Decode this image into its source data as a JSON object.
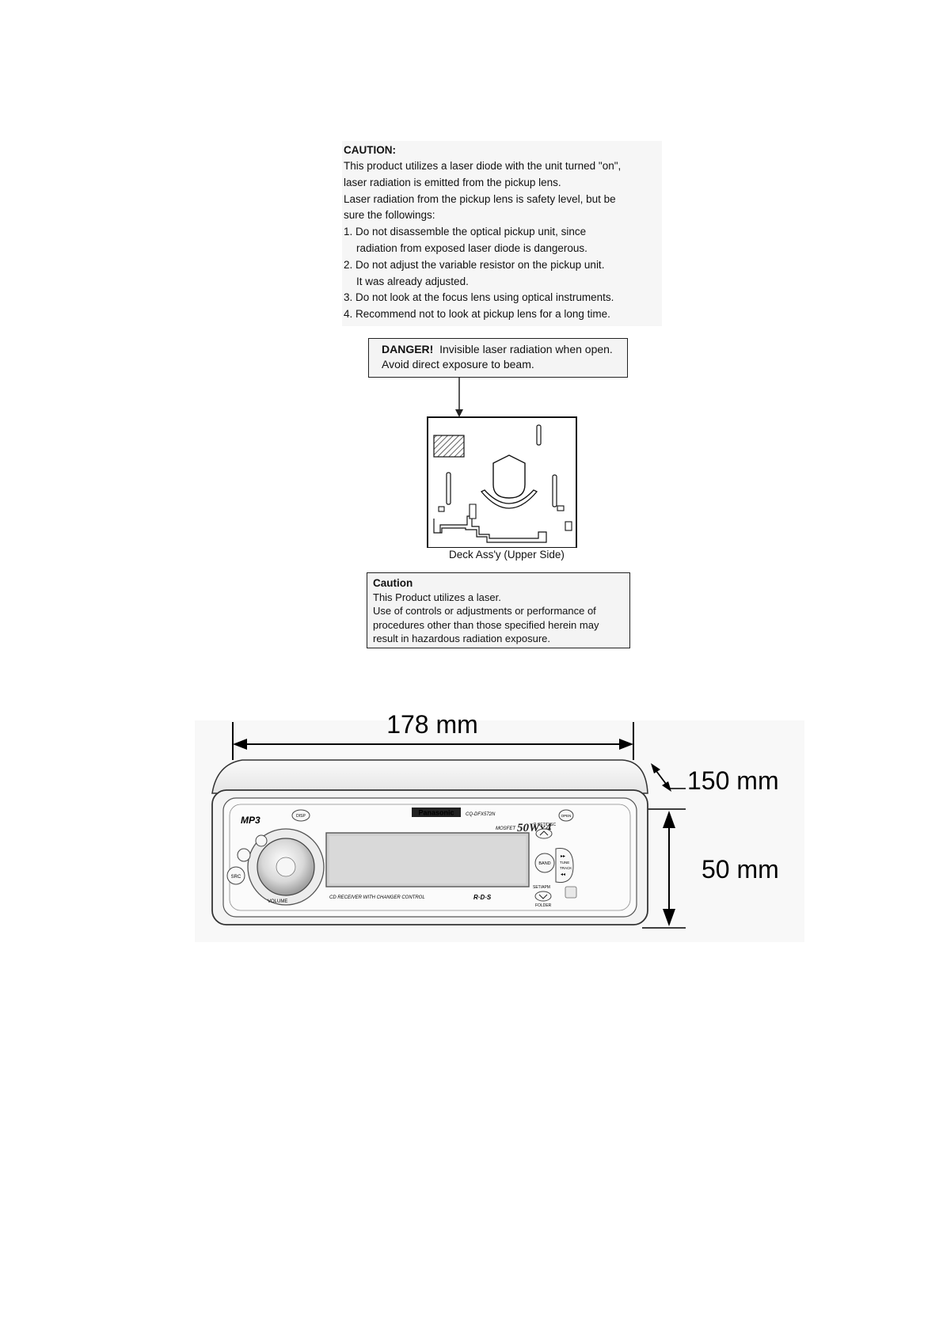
{
  "caution": {
    "heading": "CAUTION:",
    "lines": [
      "This product utilizes a laser diode with the unit turned \"on\",",
      "laser radiation is emitted from the pickup lens.",
      "Laser radiation from the pickup lens is safety level, but be",
      "sure the followings:",
      "1. Do not disassemble the optical pickup unit, since",
      "radiation from exposed laser diode is dangerous.",
      "2. Do not adjust the variable resistor on the pickup unit.",
      "It was already adjusted.",
      "3. Do not look at the focus lens using optical instruments.",
      "4. Recommend not to look at pickup lens for a long time."
    ]
  },
  "danger": {
    "label": "DANGER!",
    "text1": "Invisible laser radiation when open.",
    "text2": "Avoid direct exposure to beam."
  },
  "deck": {
    "caption": "Deck Ass'y (Upper Side)"
  },
  "caution_label": {
    "title": "Caution",
    "lines": [
      "This Product utilizes a laser.",
      "Use of controls or adjustments or performance of",
      "procedures other than those specified herein may",
      "result in hazardous radiation exposure."
    ]
  },
  "dimensions": {
    "width": "178 mm",
    "depth": "150 mm",
    "height": "50 mm"
  },
  "unit_markings": {
    "brand": "Panasonic",
    "model": "CQ-DFX572N",
    "power": "50Wx4",
    "mosfet": "MOSFET",
    "mp3": "MP3",
    "receiver": "CD RECEIVER WITH CHANGER CONTROL",
    "rds": "R·D·S",
    "src": "SRC",
    "band": "BAND",
    "pset": "P·SET/DISC",
    "setapm": "SET/APM",
    "folder": "FOLDER",
    "disp": "DISP",
    "open": "OPEN",
    "tune": "TUNE",
    "track": "TRACK",
    "volume": "VOLUME"
  }
}
